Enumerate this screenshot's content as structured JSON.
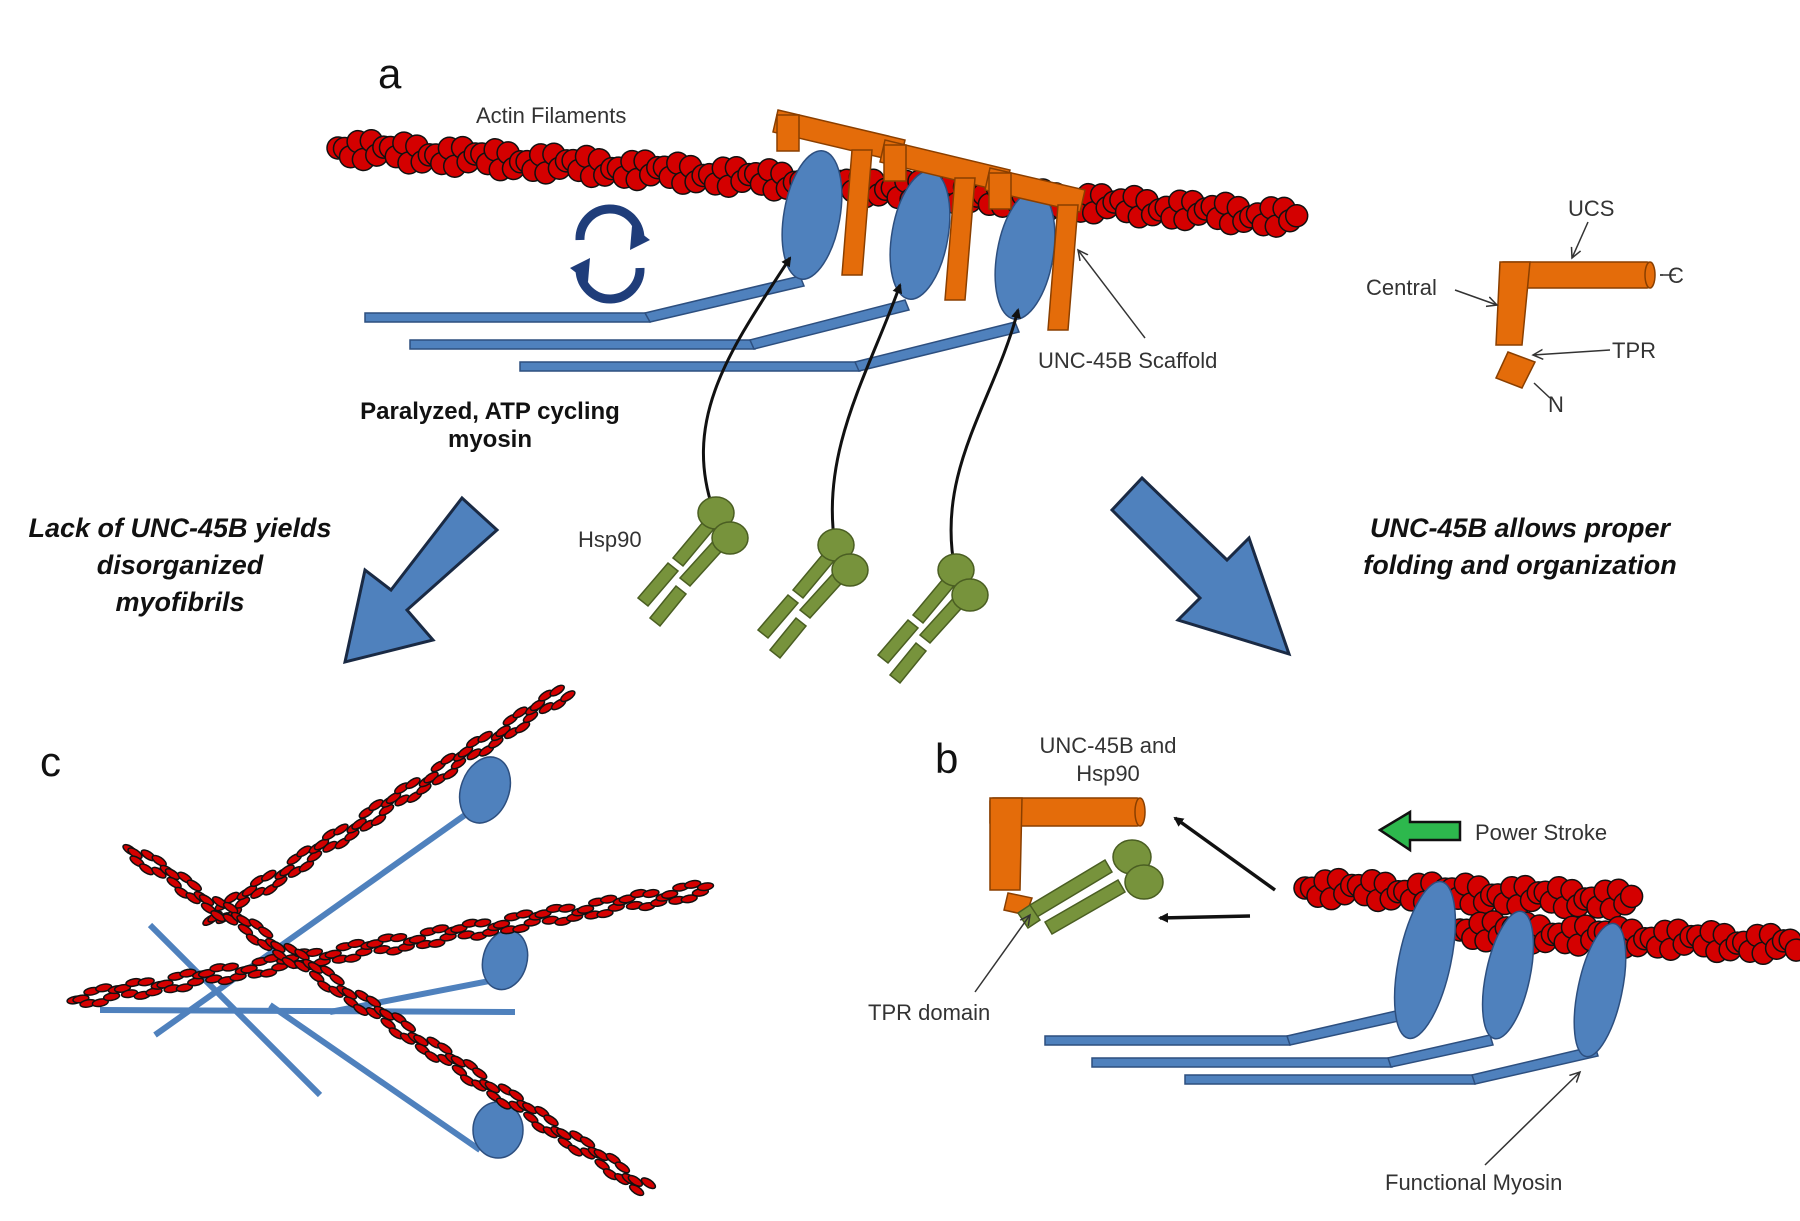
{
  "panels": {
    "a": "a",
    "b": "b",
    "c": "c"
  },
  "labels": {
    "actin_filaments": "Actin Filaments",
    "unc45b_scaffold": "UNC-45B Scaffold",
    "ucs": "UCS",
    "central": "Central",
    "c_term": "C",
    "tpr": "TPR",
    "n_term": "N",
    "paralyzed_line1": "Paralyzed, ATP cycling",
    "paralyzed_line2": "myosin",
    "hsp90": "Hsp90",
    "lack_line1": "Lack of UNC-45B yields",
    "lack_line2": "disorganized",
    "lack_line3": "myofibrils",
    "allows_line1": "UNC-45B allows proper",
    "allows_line2": "folding and organization",
    "unc_hsp_line1": "UNC-45B and",
    "unc_hsp_line2": "Hsp90",
    "power_stroke": "Power Stroke",
    "tpr_domain": "TPR domain",
    "functional_myosin": "Functional Myosin"
  },
  "colors": {
    "actin": "#d40000",
    "myosin": "#4f81bd",
    "unc45b": "#e46c0a",
    "hsp90": "#77933c",
    "big_arrow": "#4f81bd",
    "cycle_arrow": "#1f3d7a",
    "power_arrow": "#2db84d"
  }
}
